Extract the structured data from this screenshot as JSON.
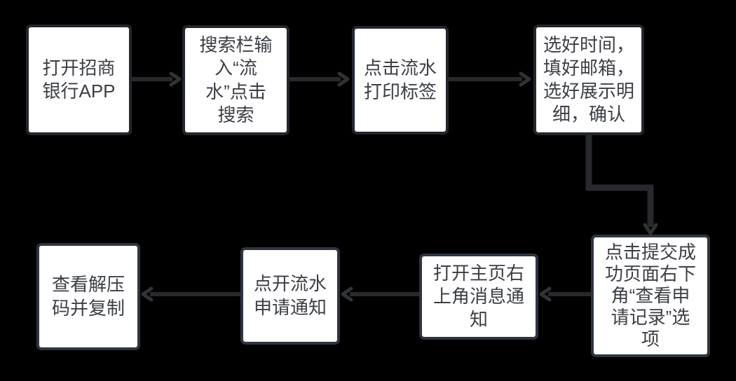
{
  "diagram": {
    "type": "flowchart",
    "colors": {
      "background": "#000000",
      "node_fill": "#ffffff",
      "node_border_top_row": "#22272e",
      "node_border_bottom_row": "#2e3540",
      "node_text": "#3b3f45",
      "connector": "#27292d"
    },
    "nodes": [
      {
        "id": "step-1",
        "text": "打开招商\n银行APP"
      },
      {
        "id": "step-2",
        "text": "搜索栏输\n入“流\n水”点击\n搜索"
      },
      {
        "id": "step-3",
        "text": "点击流水\n打印标签"
      },
      {
        "id": "step-4",
        "text": "选好时间，\n填好邮箱，\n选好展示明\n细，确认"
      },
      {
        "id": "step-5",
        "text": "点击提交成\n功页面右下\n角“查看申\n请记录”选\n项"
      },
      {
        "id": "step-6",
        "text": "打开主页右\n上角消息通\n知"
      },
      {
        "id": "step-7",
        "text": "点开流水\n申请通知"
      },
      {
        "id": "step-8",
        "text": "查看解压\n码并复制"
      }
    ],
    "edges": [
      {
        "from": "step-1",
        "to": "step-2",
        "direction": "right"
      },
      {
        "from": "step-2",
        "to": "step-3",
        "direction": "right"
      },
      {
        "from": "step-3",
        "to": "step-4",
        "direction": "right"
      },
      {
        "from": "step-4",
        "to": "step-5",
        "direction": "down-elbow"
      },
      {
        "from": "step-5",
        "to": "step-6",
        "direction": "left"
      },
      {
        "from": "step-6",
        "to": "step-7",
        "direction": "left"
      },
      {
        "from": "step-7",
        "to": "step-8",
        "direction": "left"
      }
    ]
  }
}
